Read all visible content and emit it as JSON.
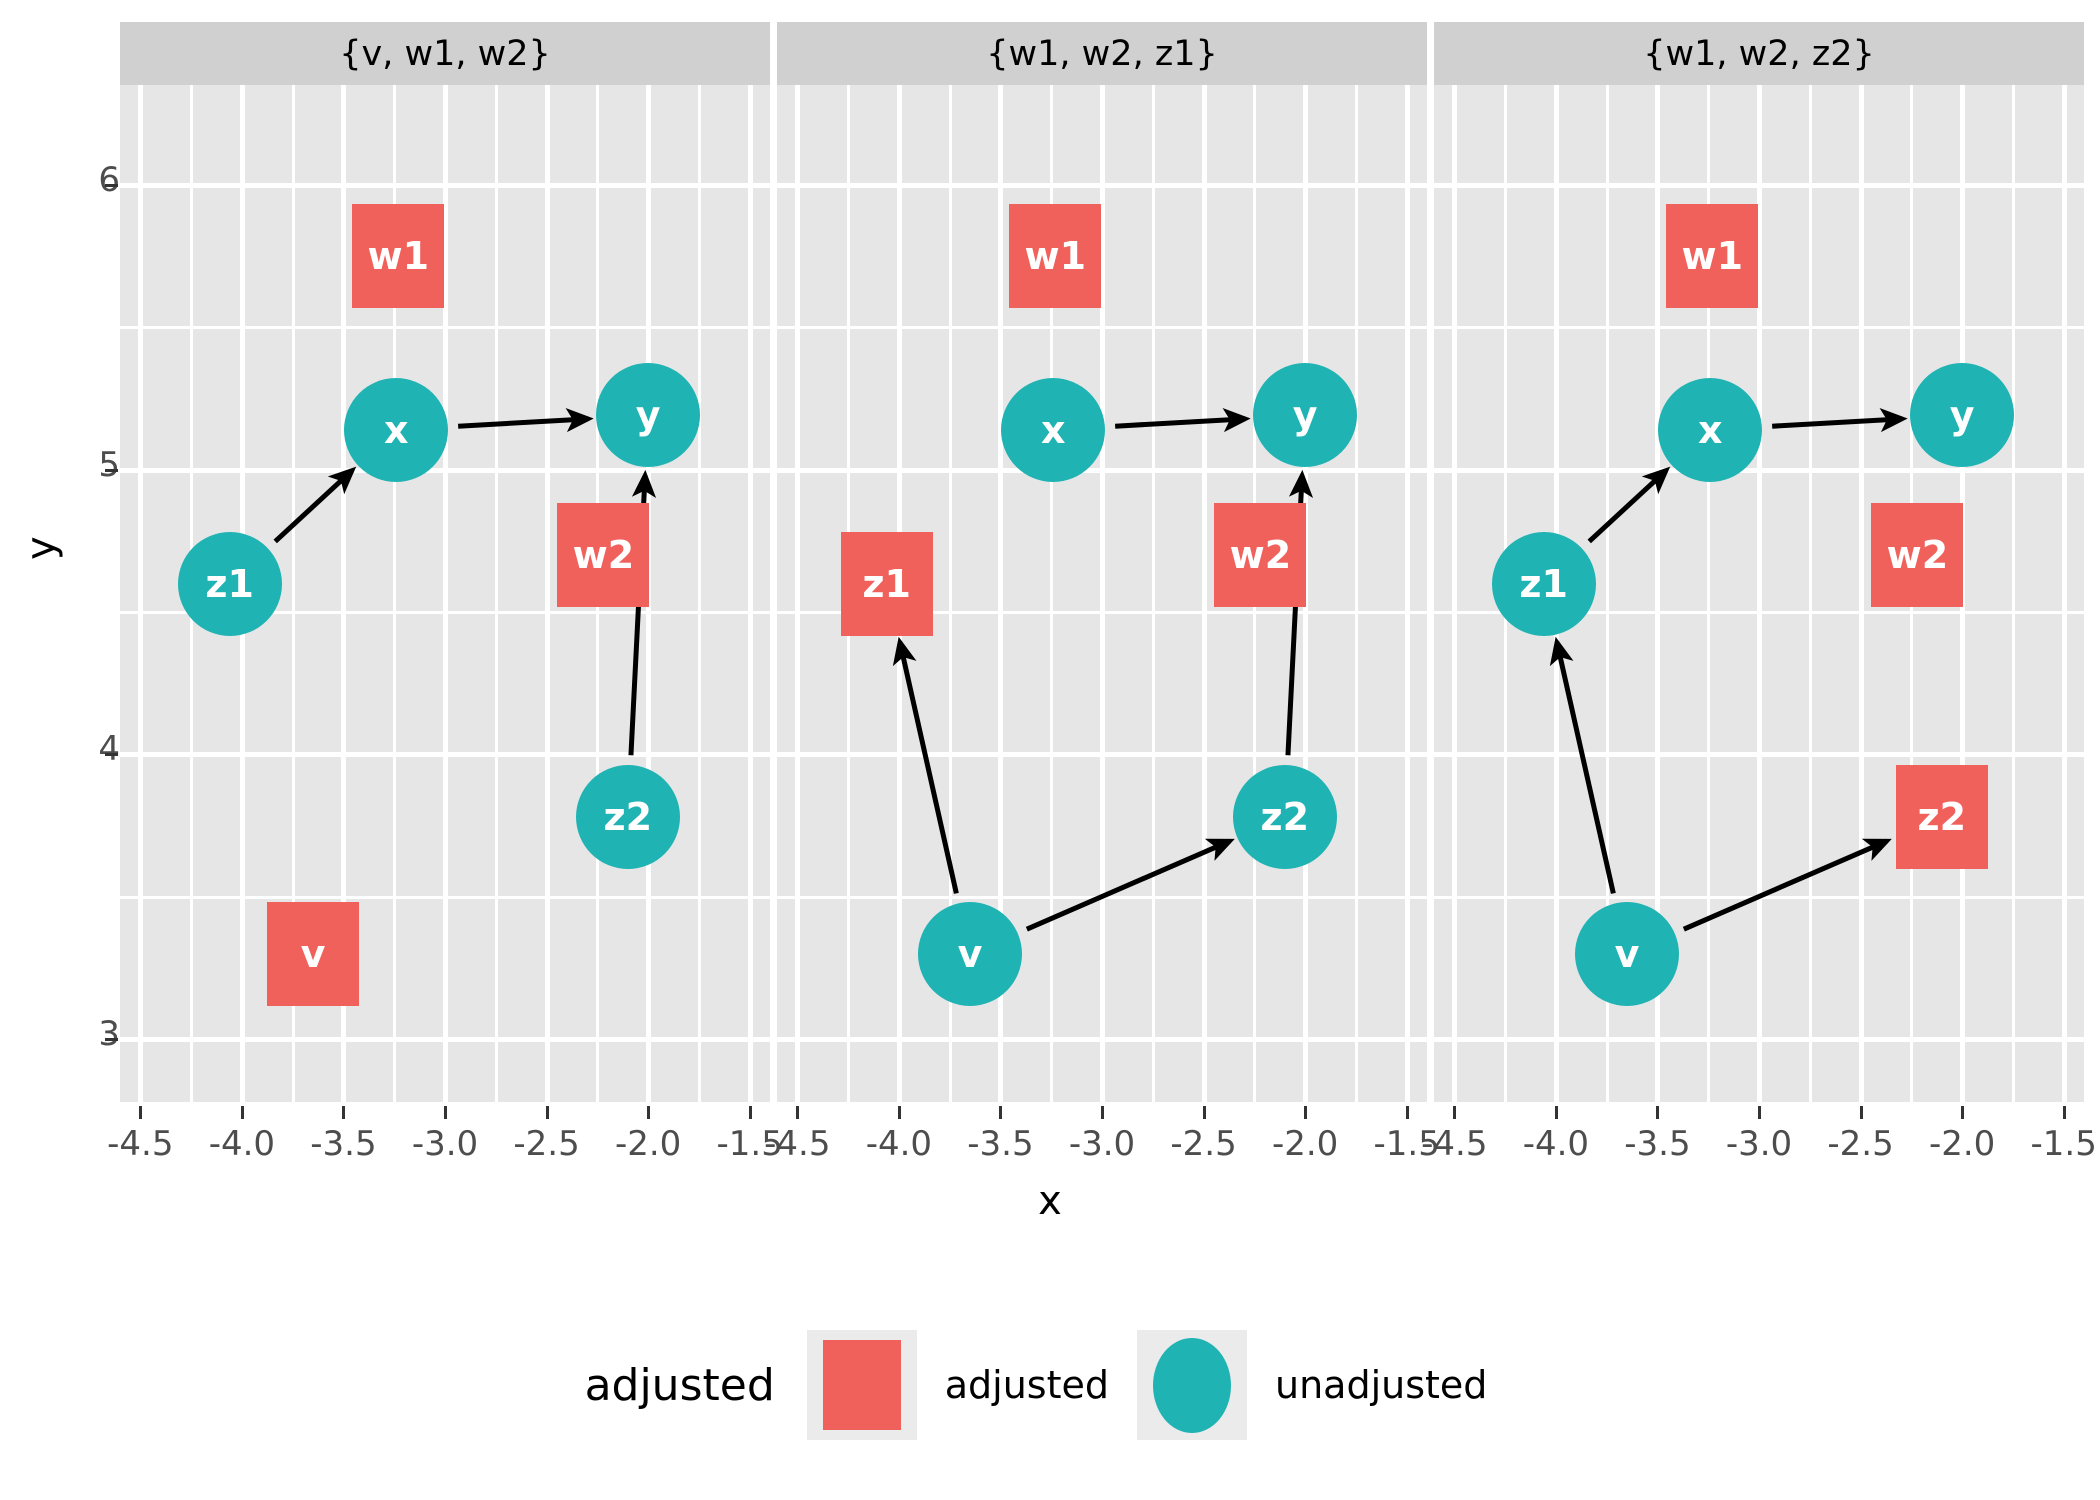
{
  "chart_data": {
    "type": "scatter",
    "title": "",
    "xlabel": "x",
    "ylabel": "y",
    "xlim": [
      -4.6,
      -1.4
    ],
    "ylim": [
      2.78,
      6.35
    ],
    "xticks": [
      "-4.5",
      "-4.0",
      "-3.5",
      "-3.0",
      "-2.5",
      "-2.0",
      "-1.5"
    ],
    "xtick_values": [
      -4.5,
      -4.0,
      -3.5,
      -3.0,
      -2.5,
      -2.0,
      -1.5
    ],
    "yticks": [
      "3",
      "4",
      "5",
      "6"
    ],
    "ytick_values": [
      3,
      4,
      5,
      6
    ],
    "grid": true,
    "legend_position": "bottom",
    "facet_variable": "adjustment set",
    "colors": {
      "adjusted": "#f0615c",
      "unadjusted": "#1fb3b3",
      "panel_background": "#e6e6e6",
      "strip_background": "#d0d0d0",
      "gridline": "#ffffff",
      "edge": "#000000",
      "legend_key_background": "#ebebeb"
    },
    "shapes": {
      "adjusted": "square",
      "unadjusted": "circle"
    },
    "panels": [
      {
        "title": "{v, w1, w2}",
        "nodes": [
          {
            "label": "w1",
            "x": -3.23,
            "y": 5.75,
            "status": "adjusted",
            "shape": "square"
          },
          {
            "label": "x",
            "x": -3.24,
            "y": 5.14,
            "status": "unadjusted",
            "shape": "circle"
          },
          {
            "label": "y",
            "x": -2.0,
            "y": 5.19,
            "status": "unadjusted",
            "shape": "circle"
          },
          {
            "label": "z1",
            "x": -4.06,
            "y": 4.6,
            "status": "unadjusted",
            "shape": "circle"
          },
          {
            "label": "w2",
            "x": -2.22,
            "y": 4.7,
            "status": "adjusted",
            "shape": "square"
          },
          {
            "label": "z2",
            "x": -2.1,
            "y": 3.78,
            "status": "unadjusted",
            "shape": "circle"
          },
          {
            "label": "v",
            "x": -3.65,
            "y": 3.3,
            "status": "adjusted",
            "shape": "square"
          }
        ],
        "edges": [
          {
            "from": "z1",
            "to": "x"
          },
          {
            "from": "x",
            "to": "y"
          },
          {
            "from": "z2",
            "to": "y"
          }
        ]
      },
      {
        "title": "{w1, w2, z1}",
        "nodes": [
          {
            "label": "w1",
            "x": -3.23,
            "y": 5.75,
            "status": "adjusted",
            "shape": "square"
          },
          {
            "label": "x",
            "x": -3.24,
            "y": 5.14,
            "status": "unadjusted",
            "shape": "circle"
          },
          {
            "label": "y",
            "x": -2.0,
            "y": 5.19,
            "status": "unadjusted",
            "shape": "circle"
          },
          {
            "label": "z1",
            "x": -4.06,
            "y": 4.6,
            "status": "adjusted",
            "shape": "square"
          },
          {
            "label": "w2",
            "x": -2.22,
            "y": 4.7,
            "status": "adjusted",
            "shape": "square"
          },
          {
            "label": "z2",
            "x": -2.1,
            "y": 3.78,
            "status": "unadjusted",
            "shape": "circle"
          },
          {
            "label": "v",
            "x": -3.65,
            "y": 3.3,
            "status": "unadjusted",
            "shape": "circle"
          }
        ],
        "edges": [
          {
            "from": "x",
            "to": "y"
          },
          {
            "from": "v",
            "to": "z1"
          },
          {
            "from": "v",
            "to": "z2"
          },
          {
            "from": "z2",
            "to": "y"
          }
        ]
      },
      {
        "title": "{w1, w2, z2}",
        "nodes": [
          {
            "label": "w1",
            "x": -3.23,
            "y": 5.75,
            "status": "adjusted",
            "shape": "square"
          },
          {
            "label": "x",
            "x": -3.24,
            "y": 5.14,
            "status": "unadjusted",
            "shape": "circle"
          },
          {
            "label": "y",
            "x": -2.0,
            "y": 5.19,
            "status": "unadjusted",
            "shape": "circle"
          },
          {
            "label": "z1",
            "x": -4.06,
            "y": 4.6,
            "status": "unadjusted",
            "shape": "circle"
          },
          {
            "label": "w2",
            "x": -2.22,
            "y": 4.7,
            "status": "adjusted",
            "shape": "square"
          },
          {
            "label": "z2",
            "x": -2.1,
            "y": 3.78,
            "status": "adjusted",
            "shape": "square"
          },
          {
            "label": "v",
            "x": -3.65,
            "y": 3.3,
            "status": "unadjusted",
            "shape": "circle"
          }
        ],
        "edges": [
          {
            "from": "z1",
            "to": "x"
          },
          {
            "from": "x",
            "to": "y"
          },
          {
            "from": "v",
            "to": "z1"
          },
          {
            "from": "v",
            "to": "z2"
          }
        ]
      }
    ]
  },
  "legend": {
    "title": "adjusted",
    "items": [
      {
        "label": "adjusted",
        "glyph": "square-glyph",
        "color": "#f0615c"
      },
      {
        "label": "unadjusted",
        "glyph": "circle-glyph",
        "color": "#1fb3b3"
      }
    ]
  }
}
